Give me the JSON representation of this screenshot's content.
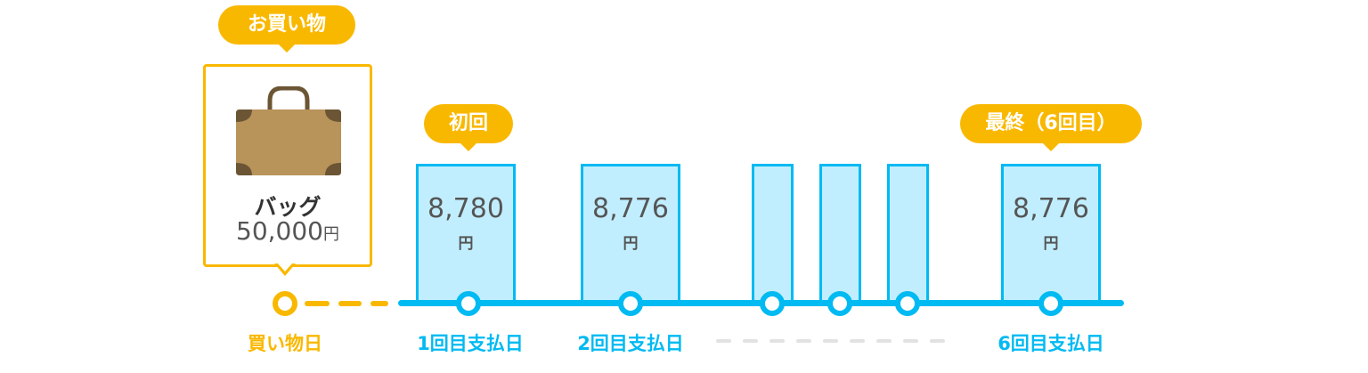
{
  "purchase": {
    "tag_label": "お買い物",
    "item_name": "バッグ",
    "item_price": "50,000",
    "item_price_unit": "円",
    "icon": "bag-icon"
  },
  "tags": {
    "first": "初回",
    "final": "最終（6回目）"
  },
  "payments": [
    {
      "amount": "8,780",
      "unit": "円"
    },
    {
      "amount": "8,776",
      "unit": "円"
    },
    {
      "amount": "",
      "unit": ""
    },
    {
      "amount": "",
      "unit": ""
    },
    {
      "amount": "",
      "unit": ""
    },
    {
      "amount": "8,776",
      "unit": "円"
    }
  ],
  "timeline": {
    "purchase_day": "買い物日",
    "pay1": "1回目支払日",
    "pay2": "2回目支払日",
    "pay6": "6回目支払日"
  },
  "colors": {
    "accent_yellow": "#F9B800",
    "accent_blue": "#00BAF2",
    "bar_fill": "#C1EEFF",
    "bag_body": "#B8935A",
    "bag_dark": "#6B5534"
  }
}
